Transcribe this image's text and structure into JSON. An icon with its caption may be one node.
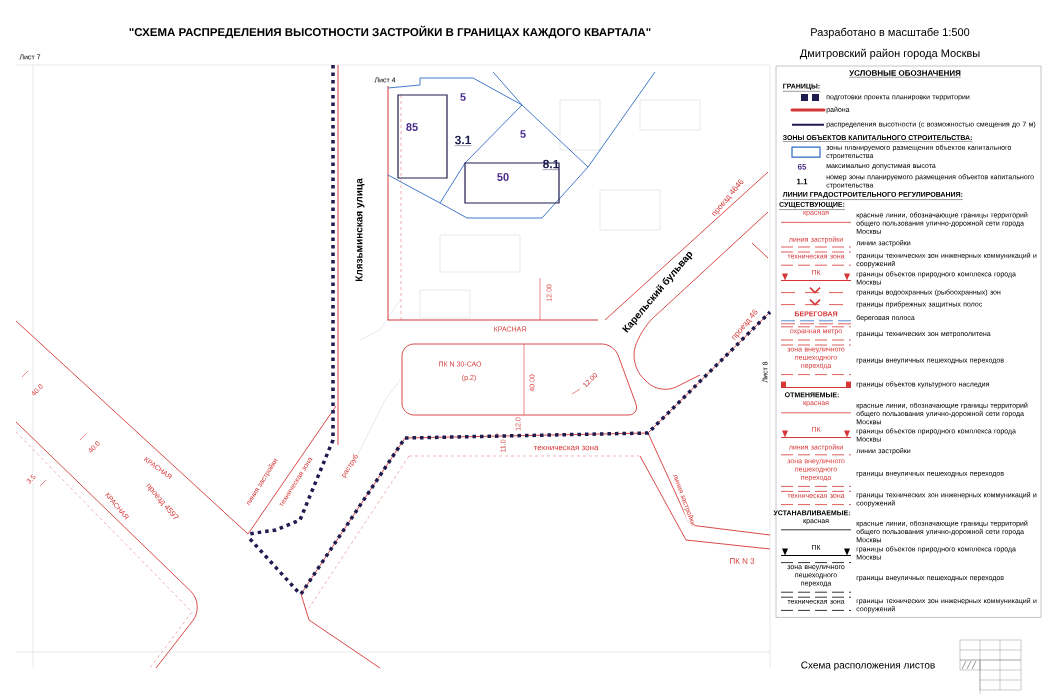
{
  "diagram": {
    "title": "\"СХЕМА РАСПРЕДЕЛЕНИЯ ВЫСОТНОСТИ ЗАСТРОЙКИ В ГРАНИЦАХ КАЖДОГО КВАРТАЛА\"",
    "labels": [
      "Лист 7",
      "Лист 4",
      "5",
      "85",
      "3.1",
      "5",
      "8.1",
      "50",
      "Клязьминская улица",
      "Карельский бульвар",
      "проезд 4646",
      "12.00",
      "КРАСНАЯ",
      "проезд 46",
      "Лист 8",
      "ПК N 30-САО",
      "(р.2)",
      "40.00",
      "12.00",
      "12.0",
      "11.0",
      "техническая зона",
      "3.5",
      "40.0",
      "40.0",
      "КРАСНАЯ",
      "КРАСНАЯ",
      "проезд 4597",
      "линия застройки",
      "техническая зона",
      "раструб",
      "линия застройки",
      "ПК N 3",
      "Разработано в масштабе 1:500",
      "Дмитровский район города Москвы",
      "УСЛОВНЫЕ ОБОЗНАЧЕНИЯ",
      "ГРАНИЦЫ:",
      "ЗОНЫ ОБЪЕКТОВ КАПИТАЛЬНОГО СТРОИТЕЛЬСТВА:",
      "65",
      "1.1",
      "ЛИНИИ ГРАДОСТРОИТЕЛЬНОГО РЕГУЛИРОВАНИЯ:",
      "СУЩЕСТВУЮЩИЕ:",
      "красная",
      "линия застройки",
      "техническая зона",
      "ПК",
      "БЕРЕГОВАЯ",
      "охранная метро",
      "зона внеуличного пешеходного перехода",
      "ОТМЕНЯЕМЫЕ:",
      "красная",
      "ПК",
      "линия застройки",
      "зона внеуличного пешеходного перехода",
      "техническая зона",
      "УСТАНАВЛИВАЕМЫЕ:",
      "красная",
      "ПК",
      "зона внеуличного пешеходного перехода",
      "техническая зона",
      "Схема расположения листов"
    ],
    "legend": [
      {
        "text": "подготовки проекта планировки территории"
      },
      {
        "text": "района"
      },
      {
        "text": "распределения высотности (с возможностью смещения до 7 м)"
      },
      {
        "text": "зоны планируемого размещения объектов капитального строительства"
      },
      {
        "text": "максимально допустимая высота"
      },
      {
        "text": "номер зоны планируемого размещения объектов капитального строительства"
      },
      {
        "text": "красные линии, обозначающие границы территорий общего пользования улично-дорожной сети города Москвы"
      },
      {
        "text": "линии застройки"
      },
      {
        "text": "границы технических зон инженерных коммуникаций и сооружений"
      },
      {
        "text": "границы объектов природного комплекса города Москвы"
      },
      {
        "text": "границы водоохранных (рыбоохранных) зон"
      },
      {
        "text": "границы прибрежных защитных полос"
      },
      {
        "text": "береговая полоса"
      },
      {
        "text": "границы технических зон метрополитена"
      },
      {
        "text": "границы внеуличных пешеходных переходов"
      },
      {
        "text": "границы объектов культурного наследия"
      },
      {
        "text": "красные линии, обозначающие границы территорий общего пользования улично-дорожной сети города Москвы"
      },
      {
        "text": "границы объектов природного комплекса города Москвы"
      },
      {
        "text": "линии застройки"
      },
      {
        "text": "границы внеуличных пешеходных переходов"
      },
      {
        "text": "границы технических зон инженерных коммуникаций и сооружений"
      },
      {
        "text": "красные линии, обозначающие границы территорий общего пользования улично-дорожной сети города Москвы"
      },
      {
        "text": "границы объектов природного комплекса города Москвы"
      },
      {
        "text": "границы внеуличных пешеходных переходов"
      },
      {
        "text": "границы технических зон инженерных коммуникаций и сооружений"
      }
    ]
  }
}
